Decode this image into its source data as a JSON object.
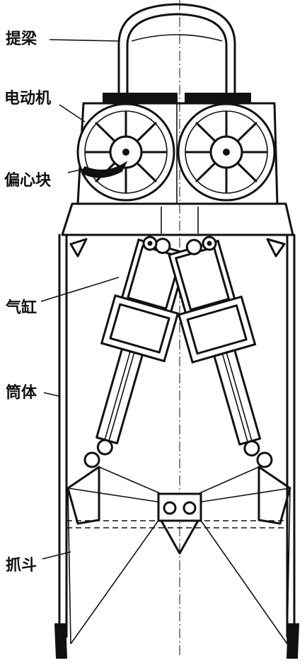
{
  "labels": {
    "lifting_beam": "提梁",
    "motor": "电动机",
    "eccentric_block": "偏心块",
    "cylinder": "气缸",
    "barrel": "筒体",
    "grab_bucket": "抓斗"
  },
  "icons": [
    "eccentric-block-icon",
    "pivot-icon"
  ]
}
